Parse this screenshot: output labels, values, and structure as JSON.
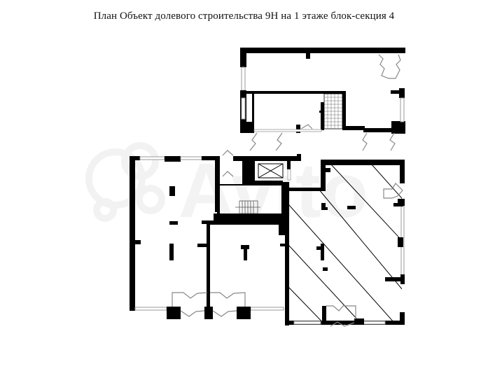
{
  "title": "План Объект долевого строительства 9Н на 1  этаже блок-секция 4",
  "plan": {
    "floor": "1",
    "unit": "9Н",
    "block_section": "4",
    "highlighted_unit_hatch": "diagonal",
    "colors": {
      "wall": "#000000",
      "window": "#999999",
      "door": "#888888",
      "background": "#ffffff"
    },
    "elements": [
      "upper-unit",
      "lobby-elevator",
      "stairwell",
      "left-unit",
      "middle-unit",
      "highlighted-unit-9N"
    ]
  },
  "watermark": "Avito"
}
